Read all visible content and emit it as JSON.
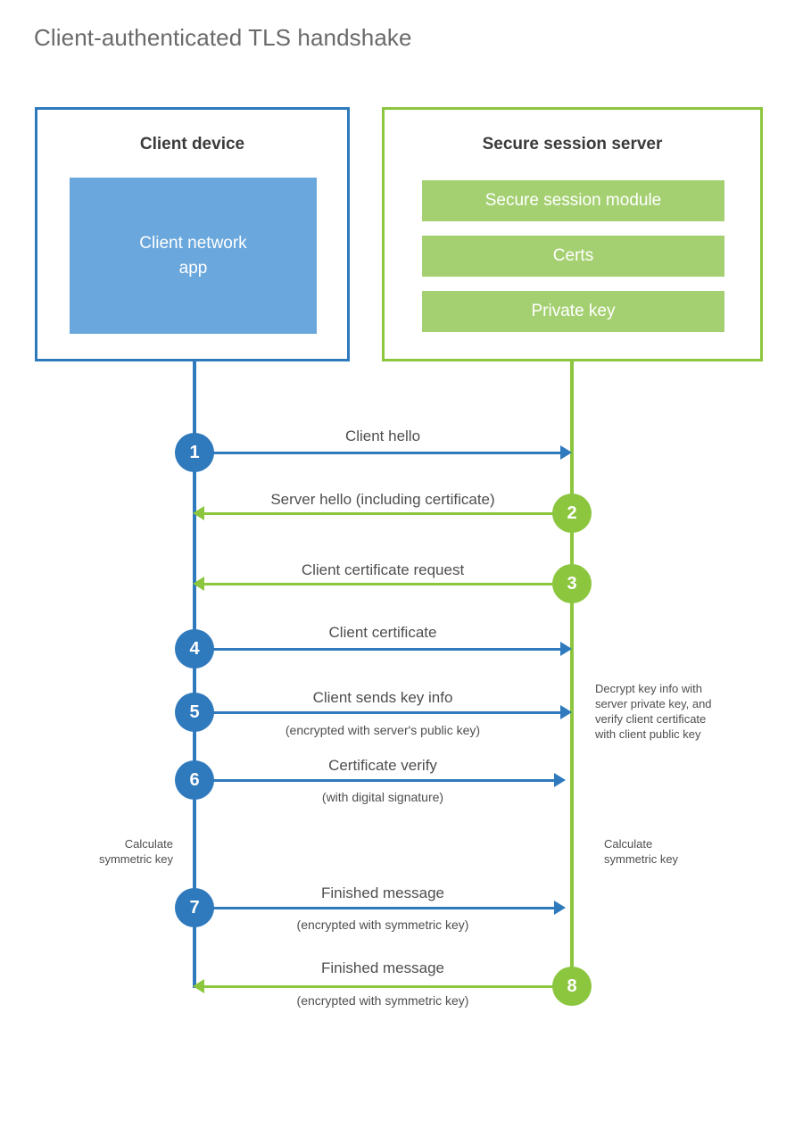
{
  "title": "Client-authenticated TLS handshake",
  "colors": {
    "client_blue": "#2f79bd",
    "client_app_fill": "#6aa7dc",
    "server_green": "#8cc63e",
    "server_bar_fill": "#a5d072",
    "text": "#4e4e4e",
    "title_text": "#6a6a6a"
  },
  "client": {
    "title": "Client device",
    "app_label": "Client network\napp"
  },
  "server": {
    "title": "Secure session server",
    "modules": [
      {
        "label": "Secure session module"
      },
      {
        "label": "Certs"
      },
      {
        "label": "Private key"
      }
    ]
  },
  "steps": [
    {
      "number": "1",
      "origin": "client",
      "direction": "to-server",
      "label": "Client hello",
      "sublabel": ""
    },
    {
      "number": "2",
      "origin": "server",
      "direction": "to-client",
      "label": "Server hello (including certificate)",
      "sublabel": ""
    },
    {
      "number": "3",
      "origin": "server",
      "direction": "to-client",
      "label": "Client certificate request",
      "sublabel": ""
    },
    {
      "number": "4",
      "origin": "client",
      "direction": "to-server",
      "label": "Client certificate",
      "sublabel": ""
    },
    {
      "number": "5",
      "origin": "client",
      "direction": "to-server",
      "label": "Client sends key info",
      "sublabel": "(encrypted with server's public key)"
    },
    {
      "number": "6",
      "origin": "client",
      "direction": "to-server",
      "label": "Certificate verify",
      "sublabel": "(with digital signature)"
    },
    {
      "number": "7",
      "origin": "client",
      "direction": "to-server",
      "label": "Finished message",
      "sublabel": "(encrypted with symmetric key)"
    },
    {
      "number": "8",
      "origin": "server",
      "direction": "to-client",
      "label": "Finished message",
      "sublabel": "(encrypted with symmetric key)"
    }
  ],
  "notes": {
    "decrypt": "Decrypt key info with\nserver private key, and\nverify client certificate\nwith client public key",
    "calculate_symmetric_key_client": "Calculate\nsymmetric key",
    "calculate_symmetric_key_server": "Calculate\nsymmetric key"
  }
}
